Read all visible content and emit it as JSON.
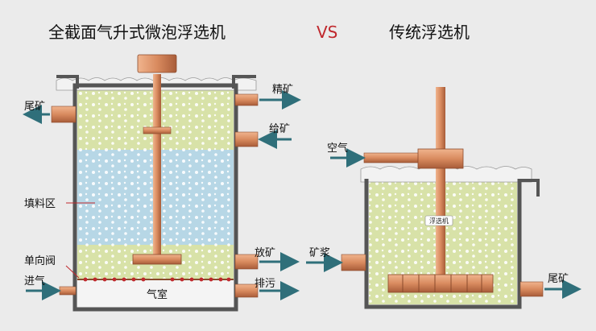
{
  "titles": {
    "left": "全截面气升式微泡浮选机",
    "vs": "VS",
    "right": "传统浮选机"
  },
  "left_machine": {
    "labels": {
      "tailings": "尾矿",
      "concentrate": "精矿",
      "feed": "给矿",
      "packing": "填料区",
      "check_valve": "单向阀",
      "discharge": "放矿",
      "air_in": "进气",
      "air_chamber": "气室",
      "sewage": "排污"
    }
  },
  "right_machine": {
    "labels": {
      "air": "空气",
      "slurry": "矿浆",
      "impeller": "浮选机",
      "tailings": "尾矿"
    }
  },
  "colors": {
    "pipe": "#d98b5f",
    "pipe_dark": "#8a4a2c",
    "slurry": "#d8e2a8",
    "packing": "#b7d7e6",
    "arrow": "#2f6f7a",
    "vs": "#c0282d",
    "tank": "#555555"
  }
}
